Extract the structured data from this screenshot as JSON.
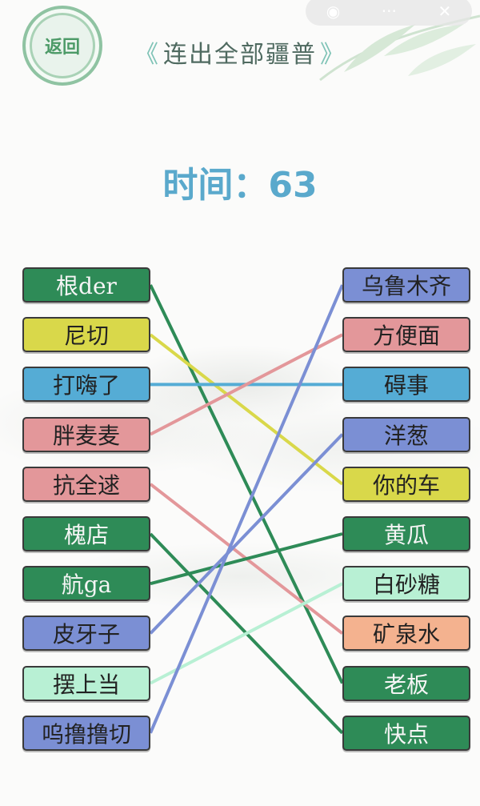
{
  "header": {
    "back_label": "返回",
    "title_left_arrow": "《",
    "title": "连出全部疆普",
    "title_right_arrow": "》",
    "capsule_left_icon": "camera-icon",
    "capsule_more": "···",
    "capsule_close": "✕"
  },
  "timer": {
    "label": "时间：",
    "value": "63"
  },
  "colors": {
    "dark_green": "#2e8b57",
    "yellow": "#d9d84a",
    "blue": "#55acd5",
    "pink": "#e3979a",
    "purple": "#7b8fd4",
    "mint": "#b8f0d4",
    "peach": "#f4b28f"
  },
  "left_items": [
    {
      "text": "根der",
      "color": "c-dgreen"
    },
    {
      "text": "尼切",
      "color": "c-yellow"
    },
    {
      "text": "打嗨了",
      "color": "c-blue"
    },
    {
      "text": "胖麦麦",
      "color": "c-pink"
    },
    {
      "text": "抗全逑",
      "color": "c-pink"
    },
    {
      "text": "槐店",
      "color": "c-dgreen"
    },
    {
      "text": "航ga",
      "color": "c-dgreen"
    },
    {
      "text": "皮牙子",
      "color": "c-purple"
    },
    {
      "text": "摆上当",
      "color": "c-mint"
    },
    {
      "text": "呜撸撸切",
      "color": "c-purple"
    }
  ],
  "right_items": [
    {
      "text": "乌鲁木齐",
      "color": "c-purple"
    },
    {
      "text": "方便面",
      "color": "c-pink"
    },
    {
      "text": "碍事",
      "color": "c-blue"
    },
    {
      "text": "洋葱",
      "color": "c-purple"
    },
    {
      "text": "你的车",
      "color": "c-yellow"
    },
    {
      "text": "黄瓜",
      "color": "c-dgreen"
    },
    {
      "text": "白砂糖",
      "color": "c-mint"
    },
    {
      "text": "矿泉水",
      "color": "c-peach"
    },
    {
      "text": "老板",
      "color": "c-dgreen"
    },
    {
      "text": "快点",
      "color": "c-dgreen"
    }
  ],
  "connections": [
    {
      "from": 0,
      "to": 8,
      "color": "#2e8b57"
    },
    {
      "from": 1,
      "to": 4,
      "color": "#d9d84a"
    },
    {
      "from": 2,
      "to": 2,
      "color": "#55acd5"
    },
    {
      "from": 3,
      "to": 1,
      "color": "#e3979a"
    },
    {
      "from": 4,
      "to": 7,
      "color": "#e3979a"
    },
    {
      "from": 5,
      "to": 9,
      "color": "#2e8b57"
    },
    {
      "from": 6,
      "to": 5,
      "color": "#2e8b57"
    },
    {
      "from": 7,
      "to": 3,
      "color": "#7b8fd4"
    },
    {
      "from": 8,
      "to": 6,
      "color": "#b8f0d4"
    },
    {
      "from": 9,
      "to": 0,
      "color": "#7b8fd4"
    }
  ]
}
